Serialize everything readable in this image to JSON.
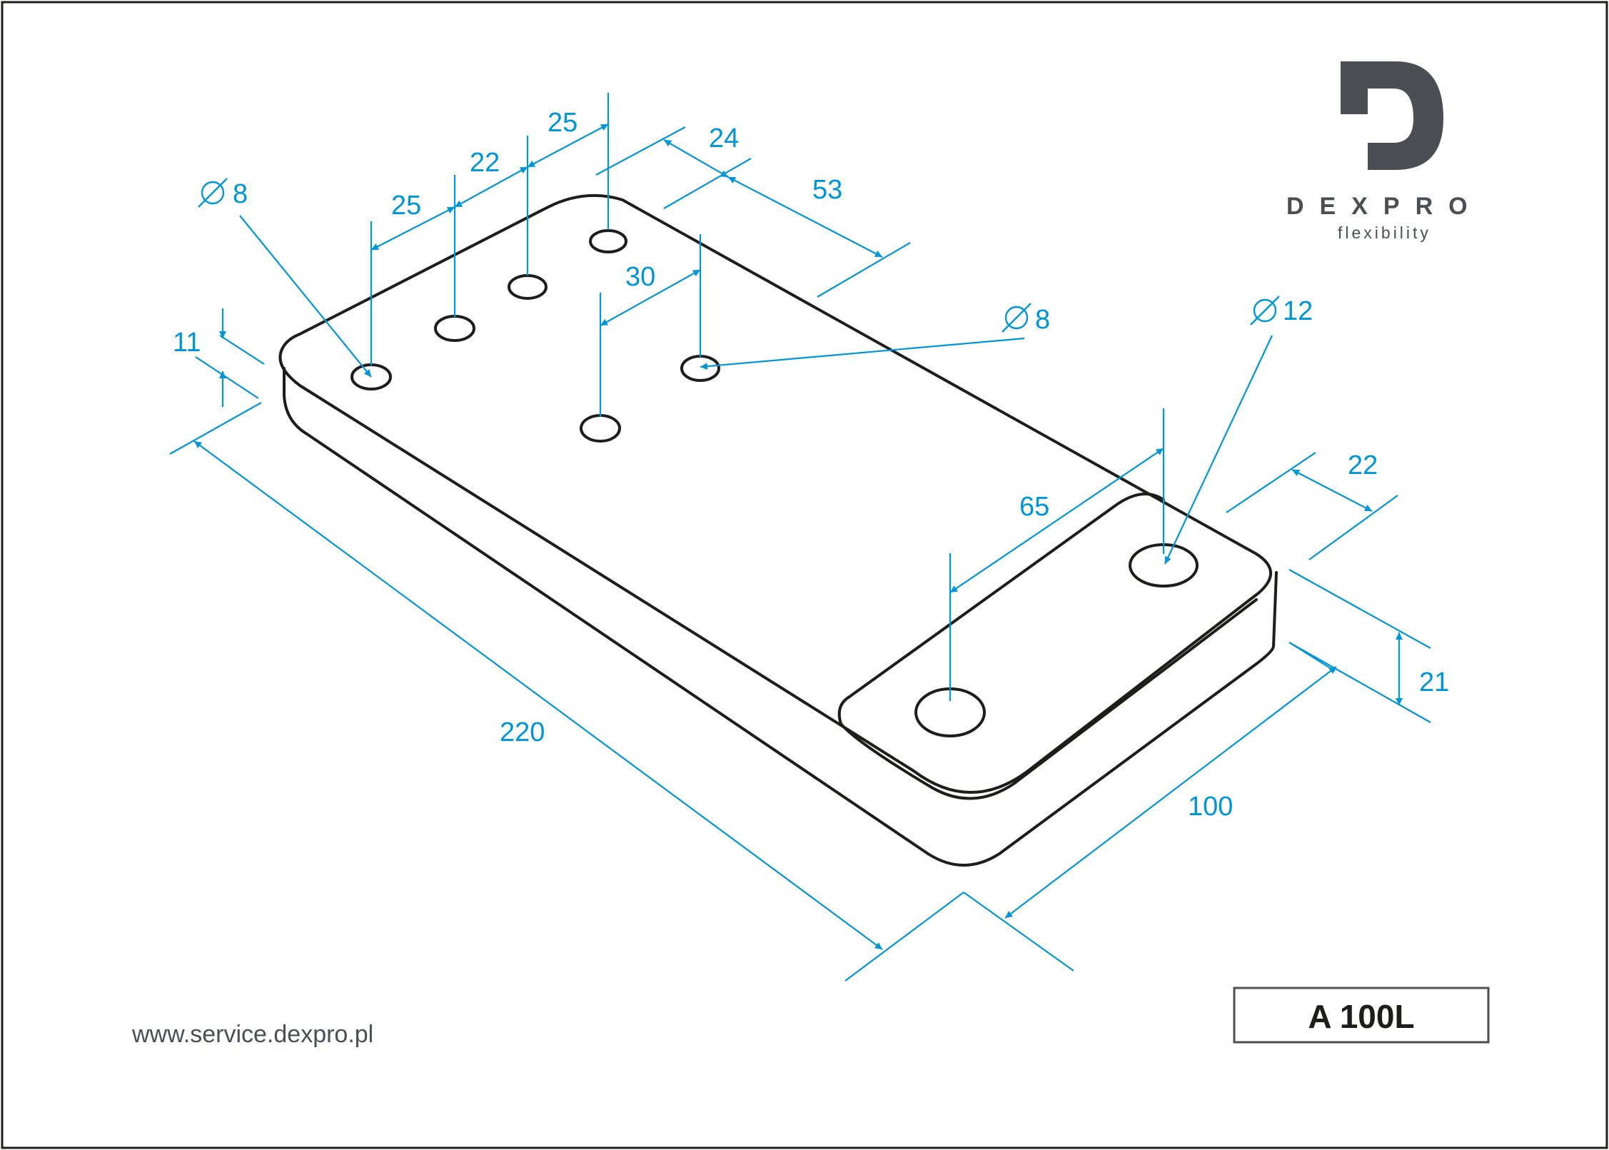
{
  "brand": {
    "name": "DEXPRO",
    "tagline": "flexibility"
  },
  "footer": {
    "url": "www.service.dexpro.pl",
    "model": "A 100L"
  },
  "dimensions": {
    "d8_left": "8",
    "d8_right": "8",
    "d12": "12",
    "s25_a": "25",
    "s22_a": "22",
    "s25_b": "25",
    "s24": "24",
    "s53": "53",
    "s30": "30",
    "h11": "11",
    "s65": "65",
    "s22_b": "22",
    "h21": "21",
    "len220": "220",
    "wid100": "100"
  },
  "colors": {
    "dimension": "#0096d6",
    "outline": "#1d1d1b",
    "logo": "#4b4f54"
  }
}
